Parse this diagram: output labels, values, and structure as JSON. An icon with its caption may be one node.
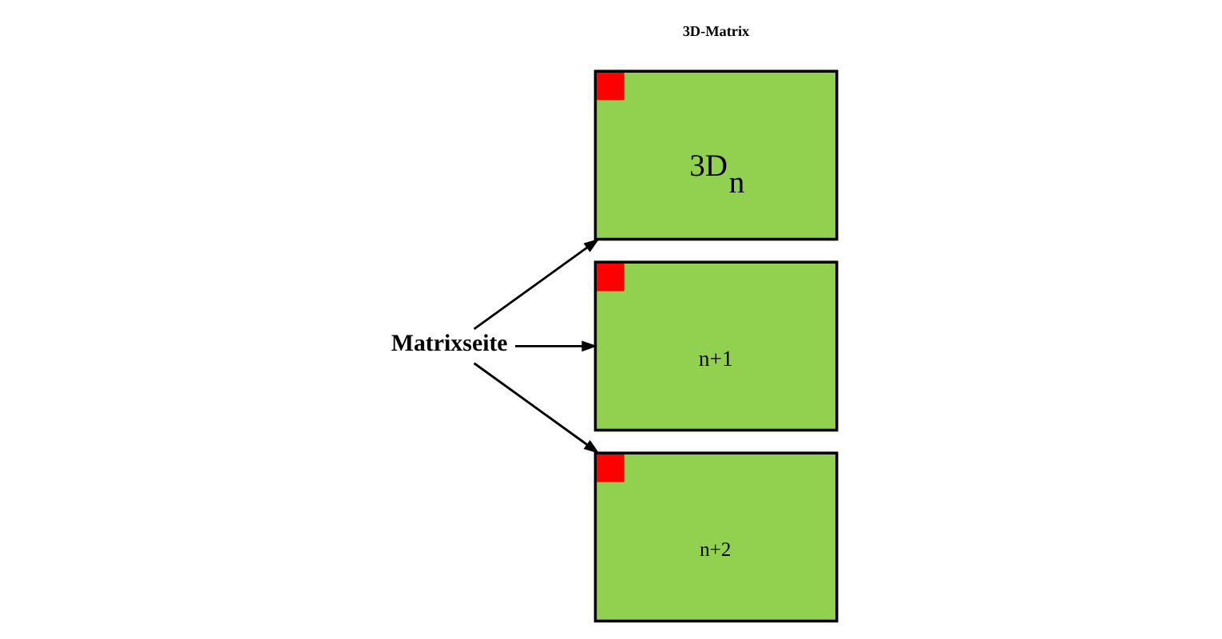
{
  "diagram": {
    "nodes": [
      {
        "text": [
          "Matrixseite"
        ]
      },
      {
        "text": [
          "3D$_{n}$"
        ]
      },
      {
        "text": [
          "n+1"
        ]
      },
      {
        "text": [
          "n+2"
        ]
      }
    ],
    "edges": [
      {
        "from": 0,
        "to": 1,
        "arrow": "to"
      },
      {
        "from": 0,
        "to": 2,
        "arrow": "to"
      },
      {
        "from": 0,
        "to": 3,
        "arrow": "to"
      }
    ],
    "labels": [
      "3D-Matrix"
    ]
  }
}
